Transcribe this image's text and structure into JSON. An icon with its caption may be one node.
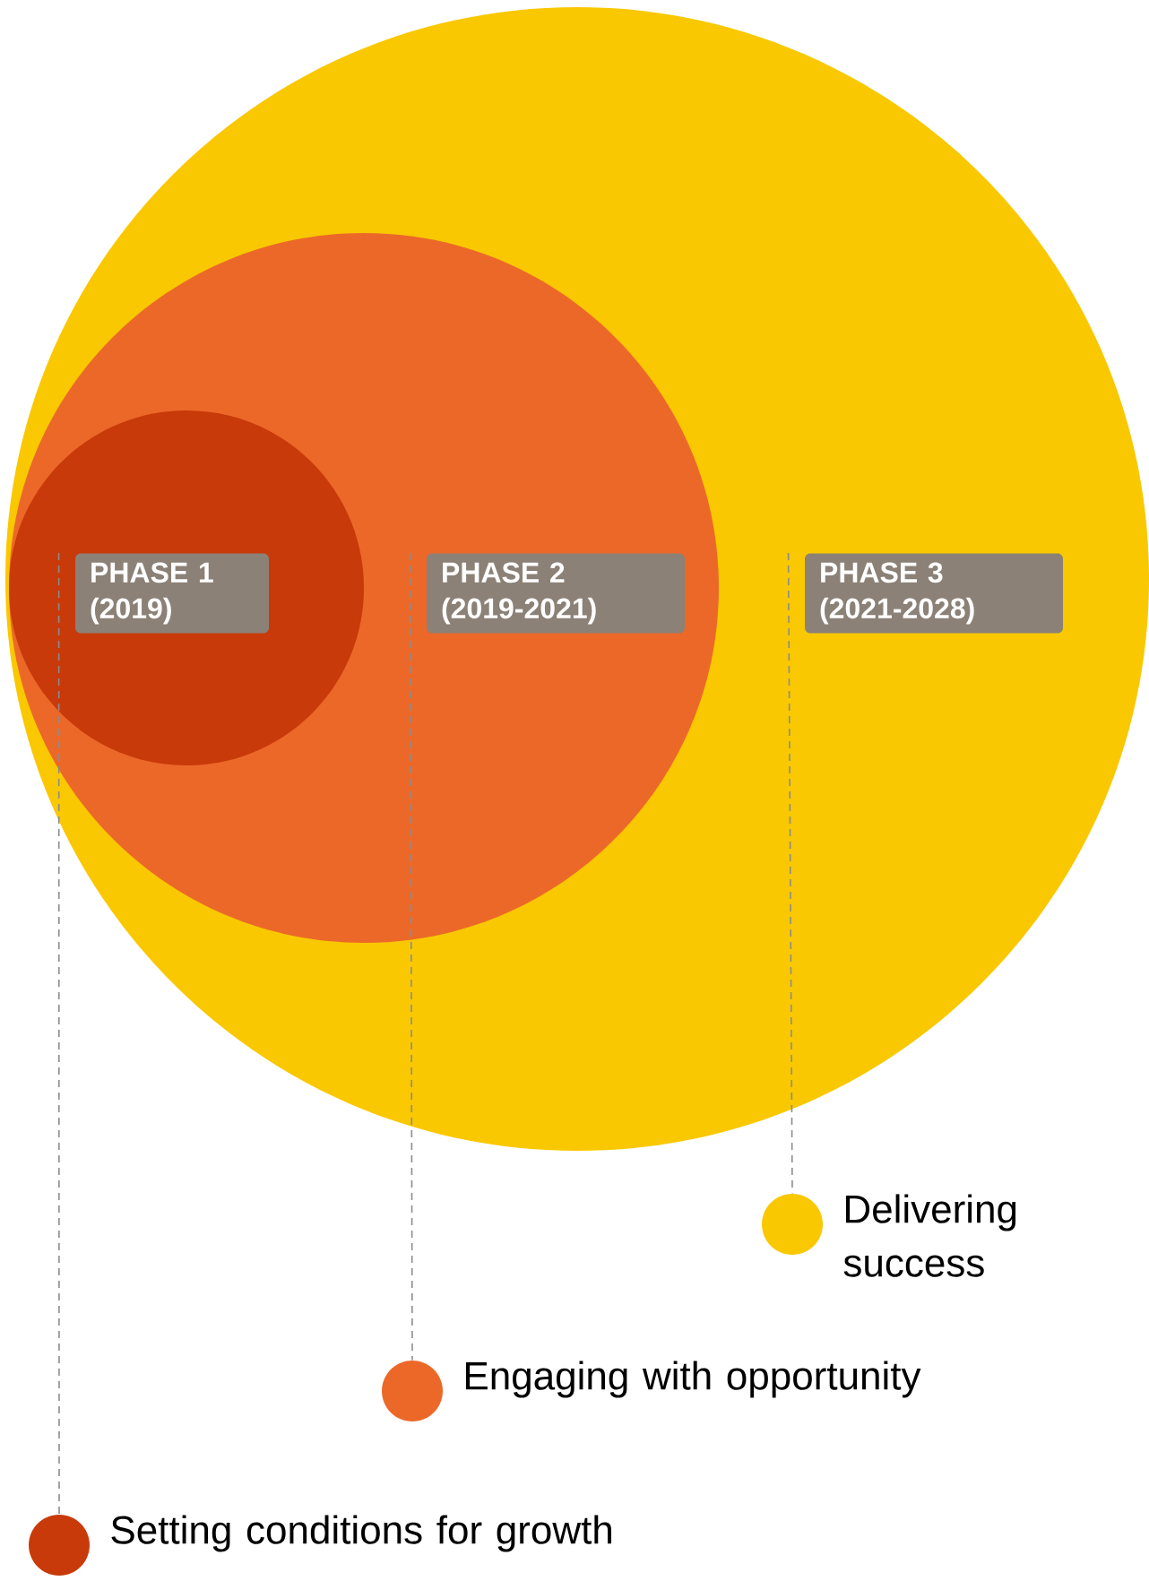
{
  "diagram": {
    "nodes": [
      {
        "text": [],
        "shape": "circle"
      },
      {
        "text": [],
        "shape": "circle",
        "in": 0
      },
      {
        "text": [],
        "shape": "circle",
        "in": 1
      },
      {
        "text": [
          "PHASE 1 (2019)"
        ],
        "in": 2
      },
      {
        "text": [
          "PHASE 2 (2019-2021)"
        ],
        "in": 1
      },
      {
        "text": [
          "PHASE 3 (2021-2028)"
        ],
        "in": 0
      },
      {
        "text": [],
        "shape": "circle",
        "beside": [
          "Delivering success"
        ]
      },
      {
        "text": [],
        "shape": "circle",
        "beside": [
          "Engaging with opportunity"
        ]
      },
      {
        "text": [],
        "shape": "circle",
        "beside": [
          "Setting conditions for growth"
        ]
      }
    ],
    "edges": [
      {
        "from": 3,
        "to": 8,
        "arrow": "none",
        "style": "dashed"
      },
      {
        "from": 4,
        "to": 7,
        "arrow": "none",
        "style": "dashed"
      },
      {
        "from": 5,
        "to": 6,
        "arrow": "none",
        "style": "dashed"
      }
    ]
  }
}
